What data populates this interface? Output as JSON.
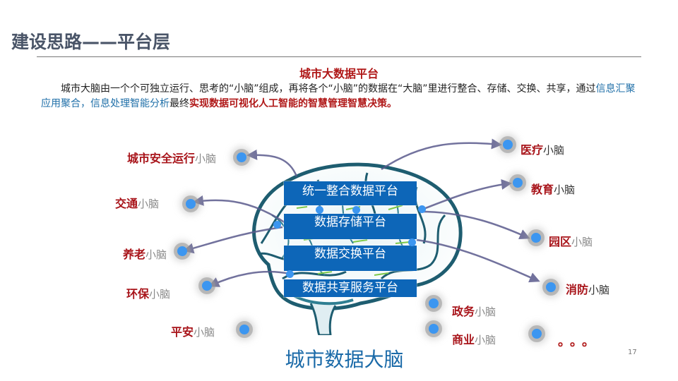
{
  "slide": {
    "title": "建设思路——平台层",
    "subtitle": "城市大数据平台",
    "paragraph": {
      "part1": "城市大脑由一个个可独立运行、思考的“小脑”组成，再将各个“小脑”的数据在“大脑”里进行整合、存储、交换、共享，通过",
      "highlight_blue": "信息汇聚应用聚合，信息处理智能分析",
      "part2": "最终",
      "highlight_red": "实现数据可视化人工智能的智慧管理智慧决策。"
    },
    "platforms": [
      "统一整合数据平台",
      "数据存储平台",
      "数据交换平台",
      "数据共享服务平台"
    ],
    "small_brains_left": [
      {
        "key": "城市安全运行",
        "suffix": "小脑"
      },
      {
        "key": "交通",
        "suffix": "小脑"
      },
      {
        "key": "养老",
        "suffix": "小脑"
      },
      {
        "key": "环保",
        "suffix": "小脑"
      },
      {
        "key": "平安",
        "suffix": "小脑"
      }
    ],
    "small_brains_right": [
      {
        "key": "医疗",
        "suffix": "小脑"
      },
      {
        "key": "教育",
        "suffix": "小脑"
      },
      {
        "key": "园区",
        "suffix": "小脑"
      },
      {
        "key": "消防",
        "suffix": "小脑"
      },
      {
        "key": "政务",
        "suffix": "小脑"
      },
      {
        "key": "商业",
        "suffix": "小脑"
      }
    ],
    "ellipsis": "。。。",
    "brain_title": "城市数据大脑",
    "page_number": "17"
  },
  "colors": {
    "title": "#4a5568",
    "accent_red": "#a8141a",
    "accent_blue": "#1f6fa8",
    "platform_bg": "#0d66b8",
    "node": "#3c96f0"
  }
}
